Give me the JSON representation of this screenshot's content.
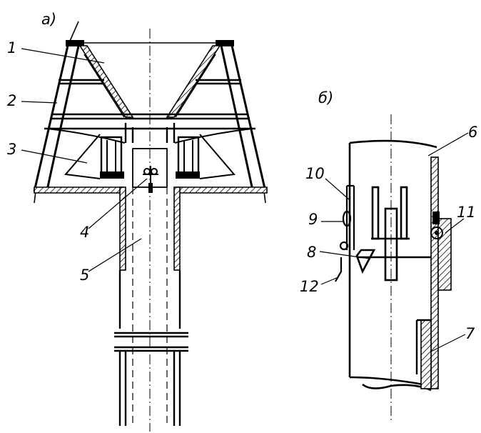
{
  "figure": {
    "subfigure_a": "а)",
    "subfigure_b": "б)",
    "labels_a": [
      "1",
      "2",
      "3",
      "4",
      "5"
    ],
    "labels_b": [
      "6",
      "7",
      "8",
      "9",
      "10",
      "11",
      "12"
    ]
  }
}
